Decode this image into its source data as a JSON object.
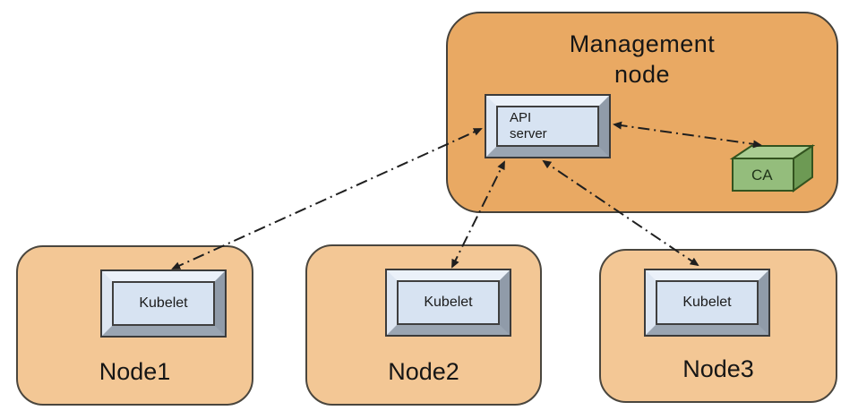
{
  "diagram": {
    "management_node": {
      "label": "Management node",
      "title_line1": "Management",
      "title_line2": "node",
      "api_server": {
        "line1": "API",
        "line2": "server"
      },
      "ca_label": "CA"
    },
    "worker_nodes": [
      {
        "label": "Node1",
        "component": "Kubelet"
      },
      {
        "label": "Node2",
        "component": "Kubelet"
      },
      {
        "label": "Node3",
        "component": "Kubelet"
      }
    ],
    "connections": [
      {
        "from": "API server",
        "to": "Kubelet (Node1)",
        "style": "dash-dot",
        "bidirectional": true
      },
      {
        "from": "API server",
        "to": "Kubelet (Node2)",
        "style": "dash-dot",
        "bidirectional": true
      },
      {
        "from": "API server",
        "to": "Kubelet (Node3)",
        "style": "dash-dot",
        "bidirectional": true
      },
      {
        "from": "API server",
        "to": "CA",
        "style": "dash-dot",
        "bidirectional": true
      }
    ],
    "colors": {
      "management_node_fill": "#E9A963",
      "worker_node_fill": "#F3C795",
      "component_fill": "#D7E3F2",
      "component_bevel_dark": "#9AA5B2",
      "ca_front": "#94BD7C",
      "ca_top": "#AACD92",
      "ca_side": "#6D9A54",
      "outline": "#45413A",
      "arrow": "#1F1F1F"
    }
  }
}
